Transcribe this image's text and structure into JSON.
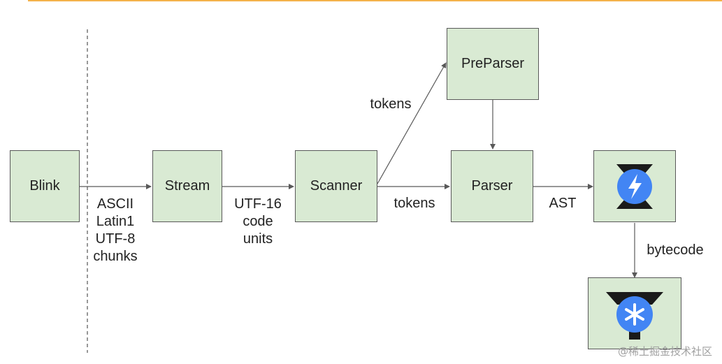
{
  "nodes": {
    "blink": "Blink",
    "stream": "Stream",
    "scanner": "Scanner",
    "preparser": "PreParser",
    "parser": "Parser"
  },
  "edge_labels": {
    "blink_to_stream": [
      "ASCII",
      "Latin1",
      "UTF-8",
      "chunks"
    ],
    "stream_to_scanner": [
      "UTF-16",
      "code",
      "units"
    ],
    "scanner_to_preparser": "tokens",
    "scanner_to_parser": "tokens",
    "parser_to_ignition": "AST",
    "ignition_to_turbofan": "bytecode"
  },
  "icons": {
    "ignition": "ignition-icon",
    "turbofan": "turbofan-icon"
  },
  "colors": {
    "box_fill": "#d9ead3",
    "box_border": "#595959",
    "top_rule": "#f4b24a",
    "icon_blue": "#4285f4"
  },
  "watermark": "@稀土掘金技术社区"
}
